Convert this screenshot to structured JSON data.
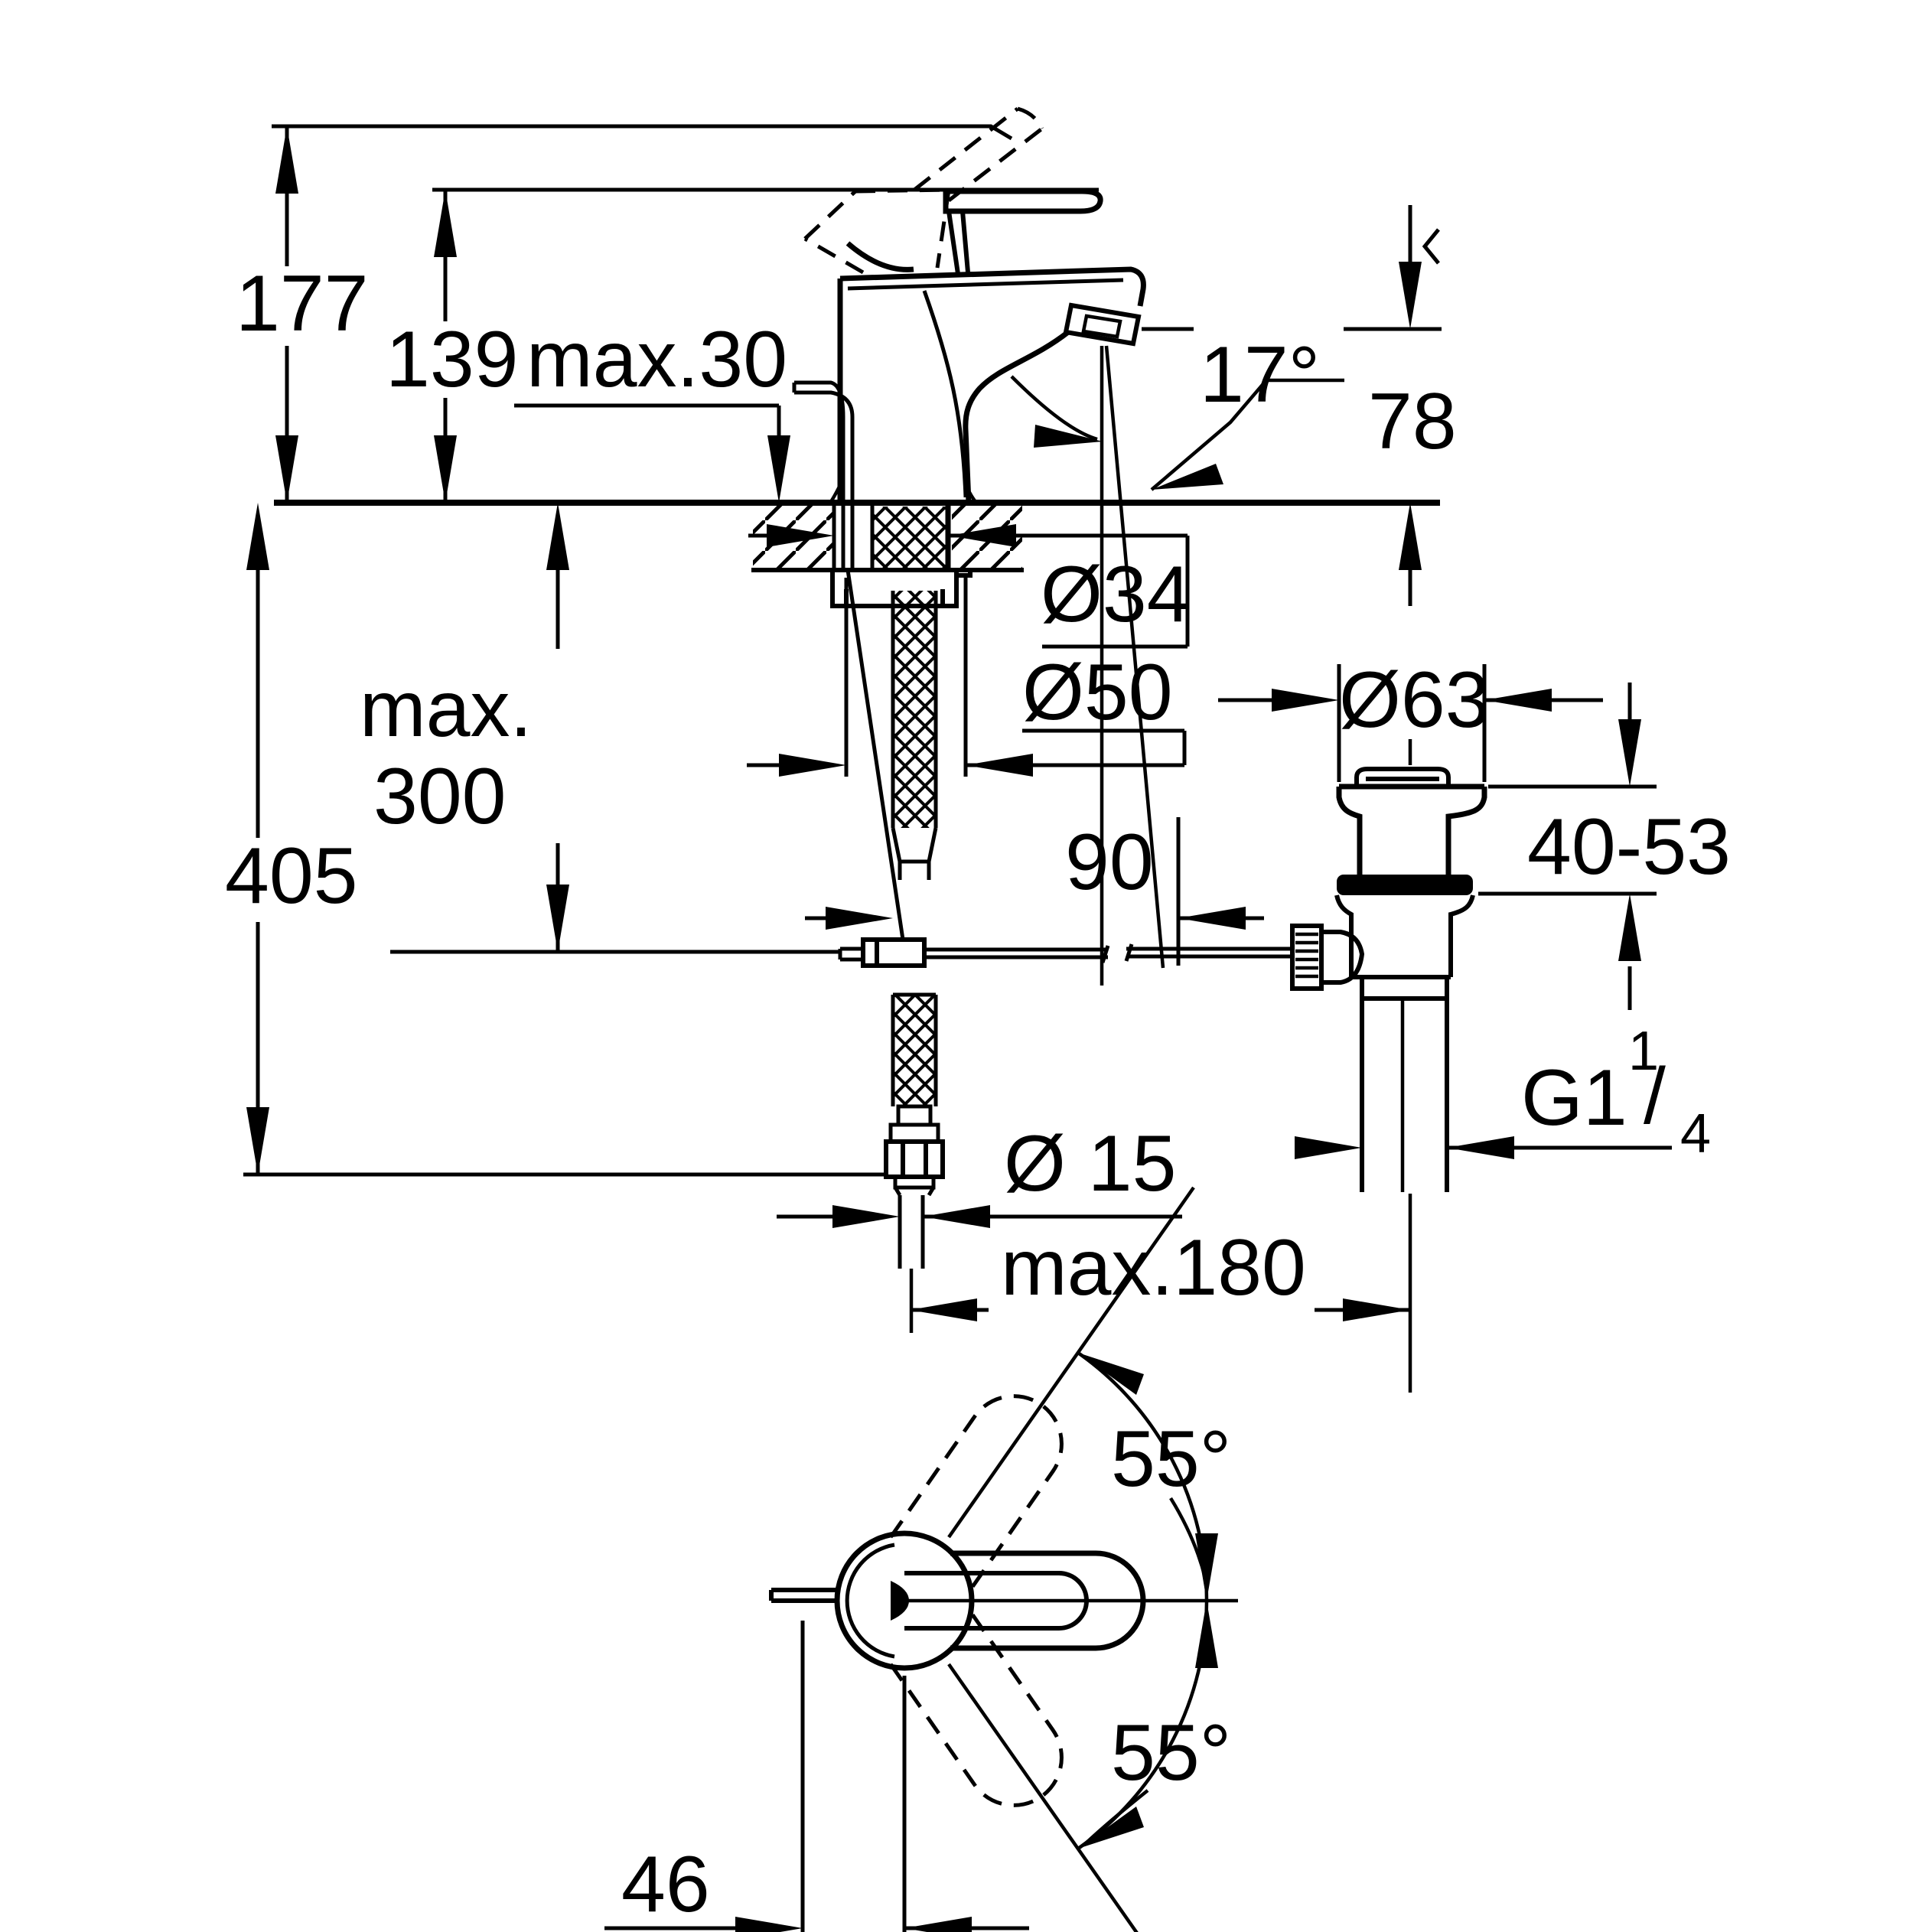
{
  "drawing": {
    "title": "single-lever basin mixer installation dimension drawing",
    "side_view": {
      "overall_height": "177",
      "lever_height": "139",
      "deck_thickness": "max.30",
      "spout_angle": "17°",
      "outlet_height": "78",
      "mounting_hole_diameter": "Ø34",
      "base_diameter": "Ø50",
      "offset_90": "90",
      "hose_clearance_word": "max.",
      "hose_clearance_value": "300",
      "total_clearance": "405",
      "supply_pipe_diameter": "Ø 15",
      "axis_distance": "max.180"
    },
    "drain_view": {
      "flange_diameter": "Ø63",
      "clamping_range": "40-53",
      "thread_base": "G1",
      "thread_numerator": "1",
      "thread_slash": "/",
      "thread_denominator": "4"
    },
    "top_view": {
      "swivel_angle_up": "55°",
      "swivel_angle_down": "55°",
      "rod_offset": "46"
    }
  }
}
